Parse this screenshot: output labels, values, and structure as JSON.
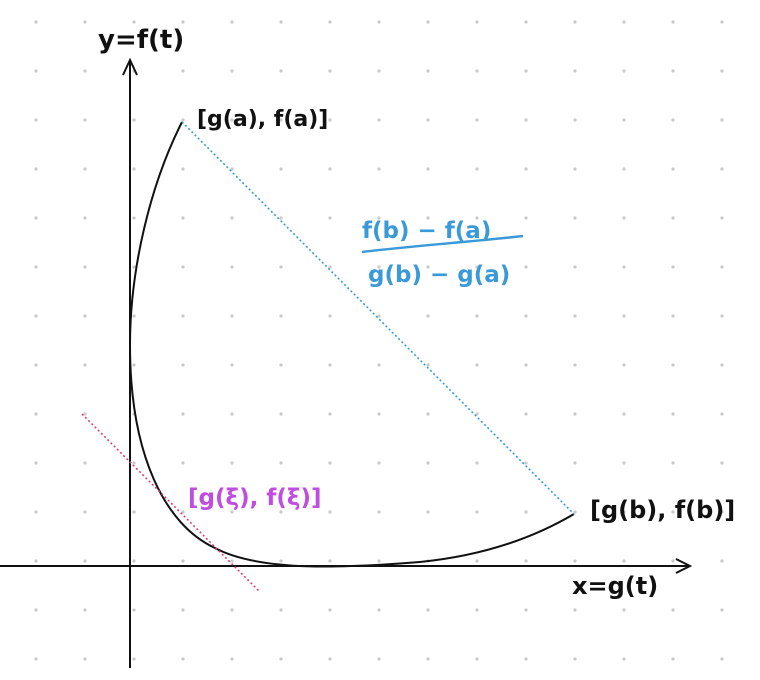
{
  "labels": {
    "y_axis": "y=f(t)",
    "x_axis": "x=g(t)",
    "point_a": "[g(a), f(a)]",
    "point_b": "[g(b), f(b)]",
    "point_c": "[g(ξ), f(ξ)]",
    "slope_numerator": "f(b) − f(a)",
    "slope_denominator": "g(b) − g(a)"
  },
  "colors": {
    "ink": "#111111",
    "grid_dot": "#c9c9c9",
    "secant": "#3a9ad9",
    "tangent": "#e0407a",
    "highlight": "#c04de0"
  }
}
